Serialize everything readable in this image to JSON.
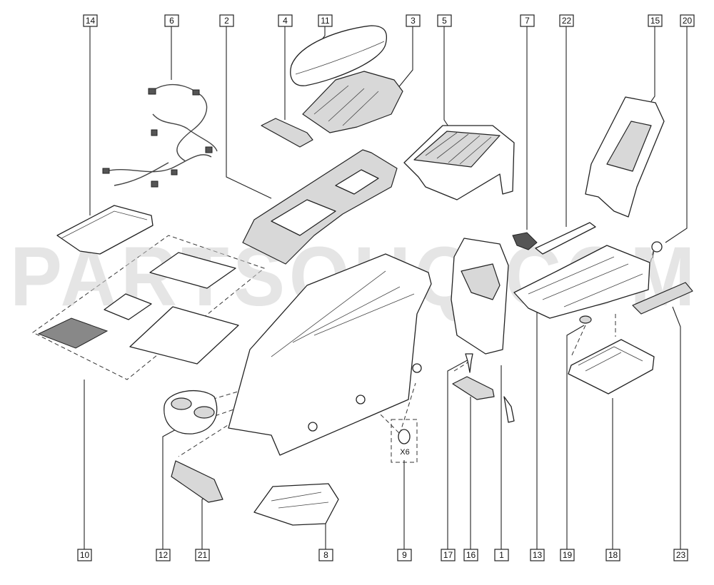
{
  "watermark": "PARTSOUQ.COM",
  "quantity_note": "X6",
  "callouts_top": [
    "14",
    "6",
    "2",
    "4",
    "11",
    "3",
    "5",
    "7",
    "22",
    "15",
    "20"
  ],
  "callouts_bottom": [
    "10",
    "12",
    "21",
    "8",
    "9",
    "17",
    "16",
    "1",
    "13",
    "19",
    "18",
    "23"
  ]
}
